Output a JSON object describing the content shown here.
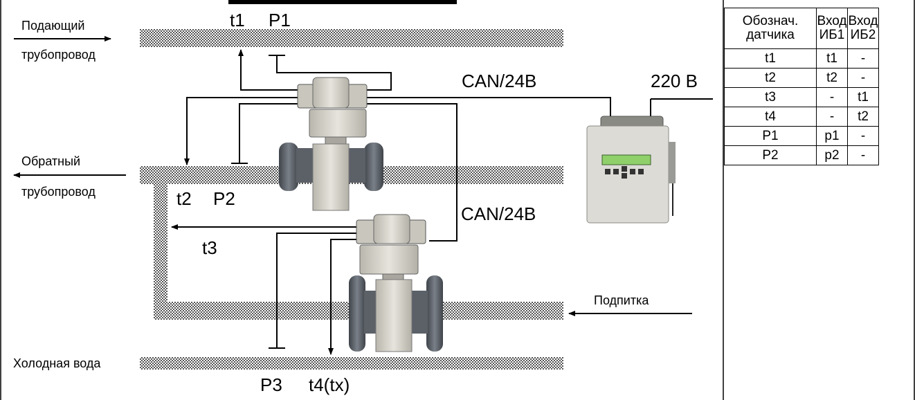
{
  "labels": {
    "supply_pipe_line1": "Подающий",
    "supply_pipe_line2": "трубопровод",
    "return_pipe_line1": "Обратный",
    "return_pipe_line2": "трубопровод",
    "cold_water": "Холодная вода",
    "makeup": "Подпитка",
    "t1": "t1",
    "p1": "P1",
    "t2": "t2",
    "p2": "P2",
    "t3": "t3",
    "p3": "P3",
    "t4": "t4(tx)",
    "can_top": "CAN/24В",
    "can_bottom": "CAN/24В",
    "power": "220 В"
  },
  "table": {
    "headers": [
      "Обознач. датчика",
      "Вход ИБ1",
      "Вход ИБ2"
    ],
    "rows": [
      [
        "t1",
        "t1",
        "-"
      ],
      [
        "t2",
        "t2",
        "-"
      ],
      [
        "t3",
        "-",
        "t1"
      ],
      [
        "t4",
        "-",
        "t2"
      ],
      [
        "P1",
        "p1",
        "-"
      ],
      [
        "P2",
        "p2",
        "-"
      ]
    ]
  },
  "colors": {
    "pipe": "#9a9a9a",
    "flowmeter_body": "#d4d2c8",
    "flange": "#5a5f66",
    "display": "#8fd06a"
  }
}
